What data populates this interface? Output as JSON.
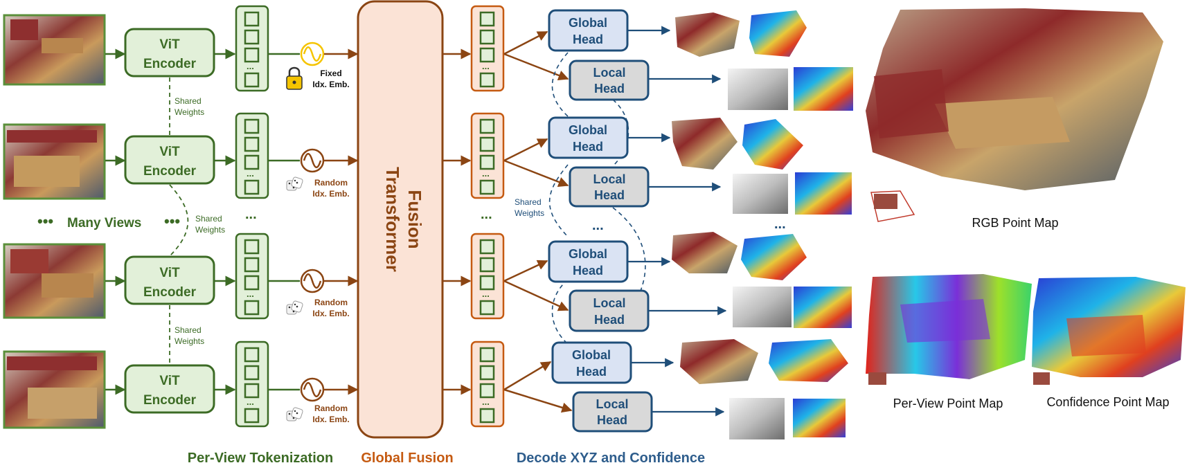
{
  "encoder": {
    "line1": "ViT",
    "line2": "Encoder"
  },
  "shared_weights": {
    "line1": "Shared",
    "line2": "Weights"
  },
  "many_views": "Many Views",
  "fixed_emb": {
    "line1": "Fixed",
    "line2": "Idx. Emb."
  },
  "random_emb": {
    "line1": "Random",
    "line2": "Idx. Emb."
  },
  "fusion": {
    "line1": "Fusion",
    "line2": "Transformer"
  },
  "global_head": {
    "line1": "Global",
    "line2": "Head"
  },
  "local_head": {
    "line1": "Local",
    "line2": "Head"
  },
  "token_ellipsis": "...",
  "dots": "...",
  "sections": {
    "tokenization": "Per-View Tokenization",
    "fusion": "Global Fusion",
    "decode": "Decode XYZ and Confidence"
  },
  "captions": {
    "rgb": "RGB Point Map",
    "per_view": "Per-View Point Map",
    "confidence": "Confidence Point Map"
  },
  "colors": {
    "green_dark": "#3c6b25",
    "green_light": "#e2f0d9",
    "brown": "#8b4513",
    "peach": "#fbe3d6",
    "blue_dark": "#1f4e79",
    "blue_light": "#dae3f3",
    "gray_head": "#d9d9d9",
    "yellow": "#f5c400"
  }
}
